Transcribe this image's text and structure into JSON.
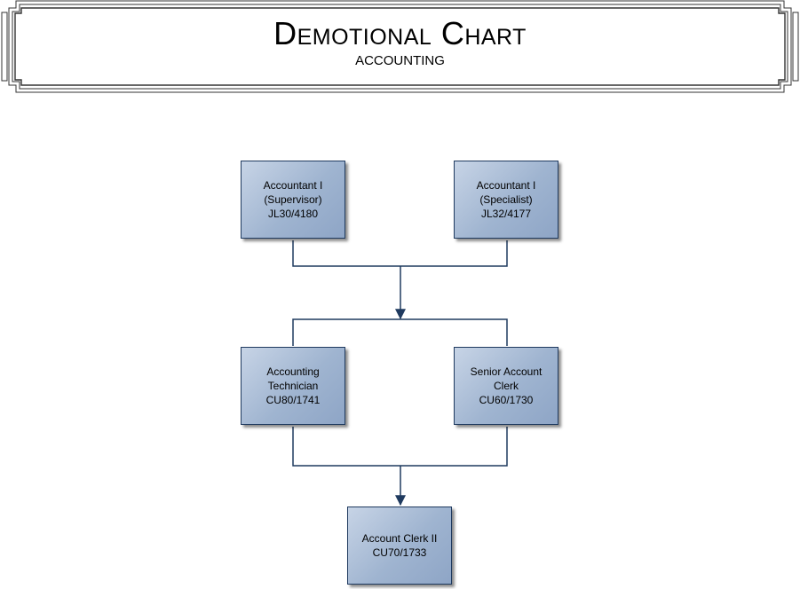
{
  "header": {
    "title": "Demotional Chart",
    "subtitle": "ACCOUNTING"
  },
  "colors": {
    "node_fill": "#9fb4d0",
    "node_border": "#1f3a5f",
    "connector": "#1f3a5f"
  },
  "nodes": [
    {
      "lines": [
        "Accountant I",
        "(Supervisor)",
        "JL30/4180"
      ]
    },
    {
      "lines": [
        "Accountant I",
        "(Specialist)",
        "JL32/4177"
      ]
    },
    {
      "lines": [
        "Accounting",
        "Technician",
        "CU80/1741"
      ]
    },
    {
      "lines": [
        "Senior Account",
        "Clerk",
        "CU60/1730"
      ]
    },
    {
      "lines": [
        "Account Clerk II",
        "CU70/1733"
      ]
    }
  ]
}
